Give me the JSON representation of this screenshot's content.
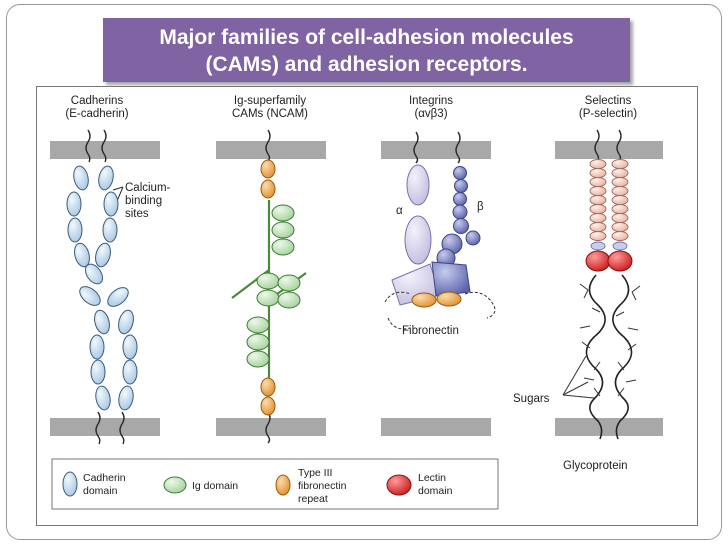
{
  "title": {
    "line1": "Major families of cell-adhesion molecules",
    "line2": "(CAMs) and adhesion receptors."
  },
  "families": [
    {
      "name_line1": "Cadherins",
      "name_line2": "(E-cadherin)"
    },
    {
      "name_line1": "Ig-superfamily",
      "name_line2": "CAMs (NCAM)"
    },
    {
      "name_line1": "Integrins",
      "name_line2": "(αvβ3)"
    },
    {
      "name_line1": "Selectins",
      "name_line2": "(P-selectin)"
    }
  ],
  "annotations": {
    "calcium_line1": "Calcium-",
    "calcium_line2": "binding",
    "calcium_line3": "sites",
    "alpha": "α",
    "beta": "β",
    "fibronectin": "Fibronectin",
    "sugars": "Sugars",
    "glycoprotein": "Glycoprotein"
  },
  "legend": {
    "cadherin_line1": "Cadherin",
    "cadherin_line2": "domain",
    "ig": "Ig domain",
    "type3_line1": "Type III",
    "type3_line2": "fibronectin",
    "type3_line3": "repeat",
    "lectin_line1": "Lectin",
    "lectin_line2": "domain"
  },
  "colors": {
    "title_bg": "#8063a3",
    "membrane": "#a8a8a8",
    "cadherin_domain": "#c6def0",
    "ig_domain": "#c9e6c2",
    "fibronectin_repeat": "#eba44a",
    "lectin_domain": "#e23d3d",
    "integrin_alpha": "#d8d4ec",
    "integrin_beta": "#7f86c4",
    "selectin_repeat": "#f3cfc4"
  }
}
